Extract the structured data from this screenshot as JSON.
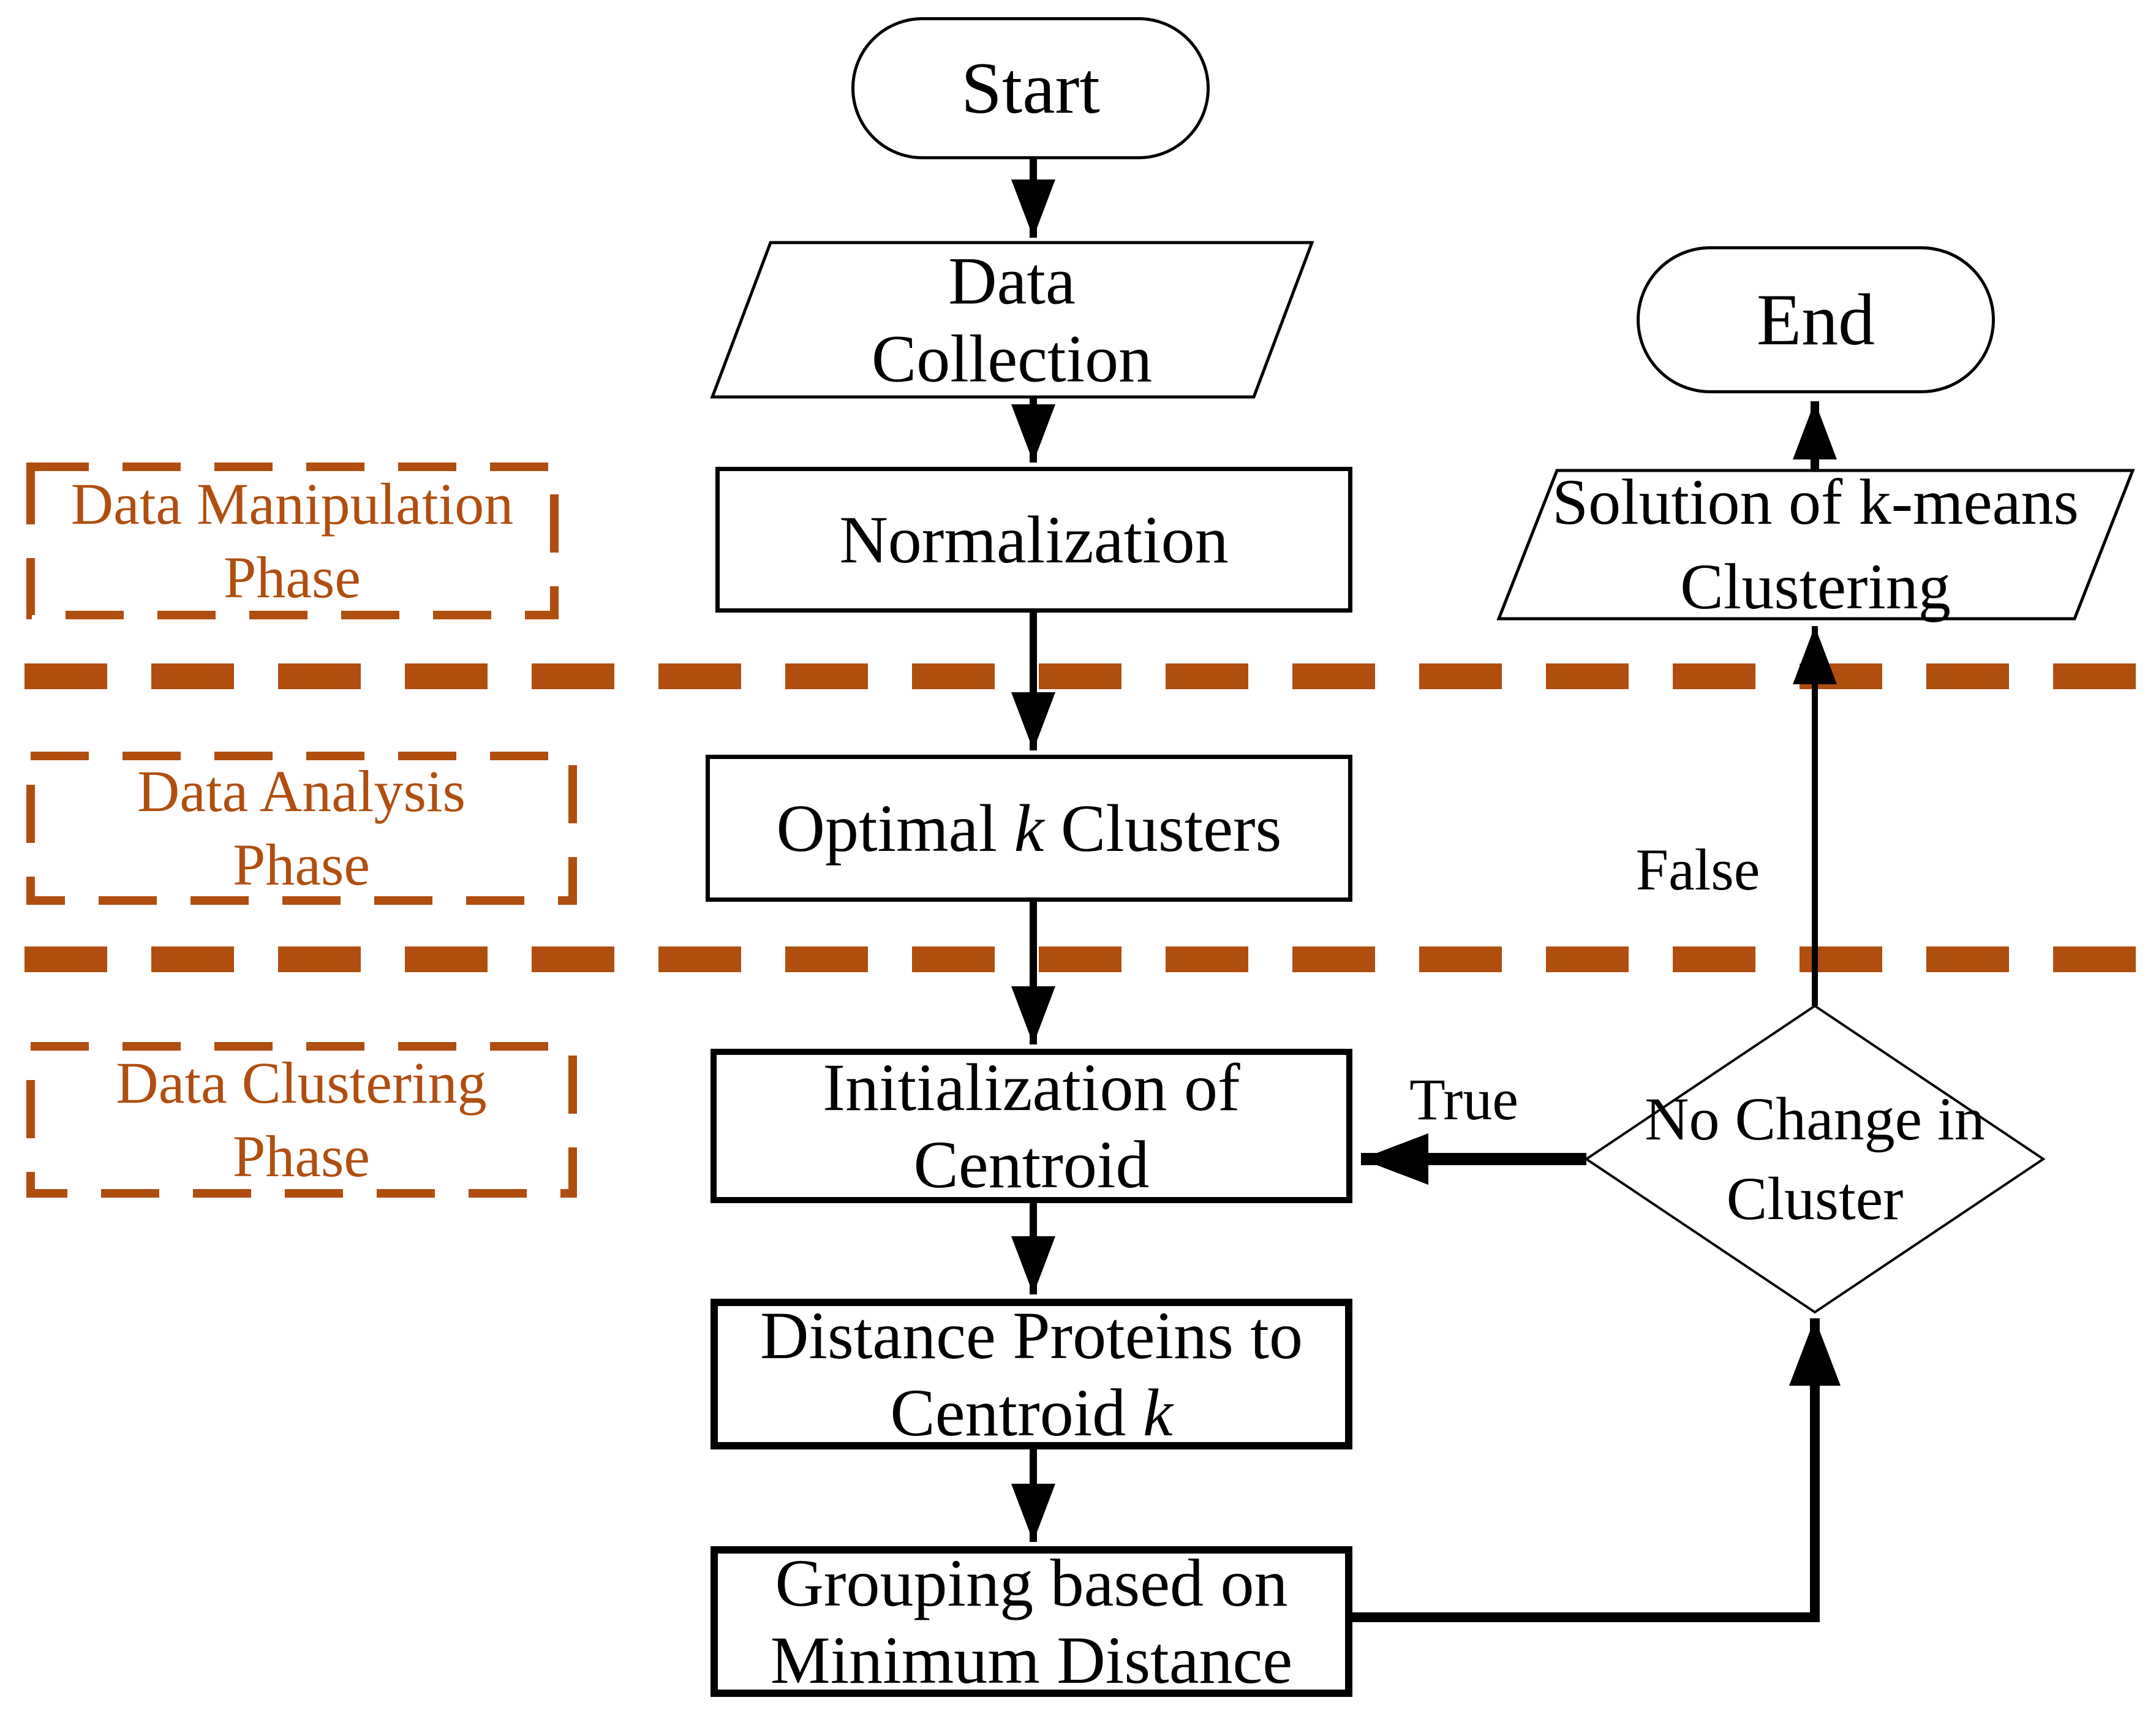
{
  "colors": {
    "phase": "#B04E10",
    "line": "#000000",
    "bg": "#FFFFFF"
  },
  "phases": [
    {
      "line1": "Data Manipulation",
      "line2": "Phase"
    },
    {
      "line1": "Data Analysis",
      "line2": "Phase"
    },
    {
      "line1": "Data Clustering",
      "line2": "Phase"
    }
  ],
  "nodes": {
    "start": {
      "label": "Start",
      "type": "terminator"
    },
    "data_collection": {
      "line1": "Data",
      "line2": "Collection",
      "type": "input-output"
    },
    "normalization": {
      "label": "Normalization",
      "type": "process"
    },
    "optimal_k": {
      "pre": "Optimal ",
      "italic": "k",
      "post": " Clusters",
      "type": "process"
    },
    "init_centroid": {
      "line1": "Initialization of",
      "line2": "Centroid",
      "type": "process"
    },
    "distance": {
      "line1": "Distance Proteins to",
      "line2_pre": "Centroid ",
      "line2_italic": "k",
      "type": "process"
    },
    "grouping": {
      "line1": "Grouping based on",
      "line2": "Minimum Distance",
      "type": "process"
    },
    "decision": {
      "line1": "No Change in",
      "line2": "Cluster",
      "type": "decision"
    },
    "solution": {
      "line1": "Solution of k-means",
      "line2": "Clustering",
      "type": "input-output"
    },
    "end": {
      "label": "End",
      "type": "terminator"
    }
  },
  "edge_labels": {
    "true_branch": "True",
    "false_branch": "False"
  }
}
